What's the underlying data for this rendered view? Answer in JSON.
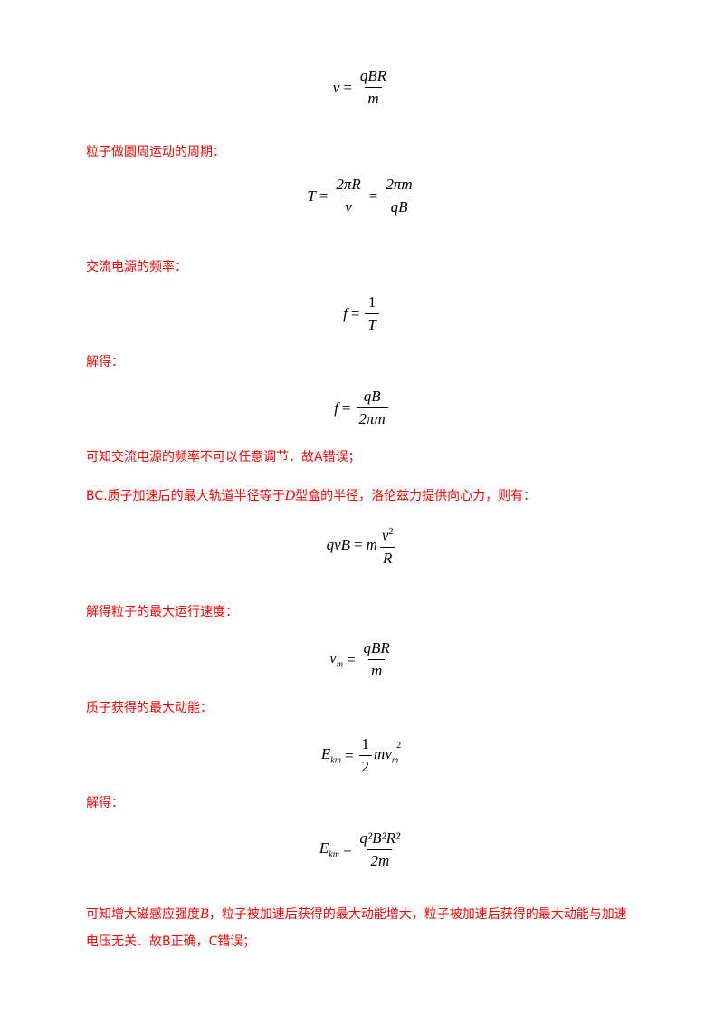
{
  "texts": {
    "t1": "粒子做圆周运动的周期：",
    "t2": "交流电源的频率：",
    "t3": "解得：",
    "t4": "可知交流电源的频率不可以任意调节．故A错误；",
    "t5_a": "BC.质子加速后的最大轨道半径等于",
    "t5_var": "D",
    "t5_b": "型盒的半径，洛伦兹力提供向心力，则有：",
    "t6": "解得粒子的最大运行速度：",
    "t7": "质子获得的最大动能：",
    "t8": "解得：",
    "t9_a": "可知增大磁感应强度",
    "t9_var": "B",
    "t9_b": "，粒子被加速后获得的最大动能增大，粒子被加速后获得的最大动能与加速",
    "t10": "电压无关．故B正确，C错误；"
  },
  "equations": {
    "eq1": {
      "lhs": "v",
      "num": "qBR",
      "den": "m"
    },
    "eq2": {
      "lhs": "T",
      "num1": "2πR",
      "den1": "v",
      "num2": "2πm",
      "den2": "qB"
    },
    "eq3": {
      "lhs": "f",
      "num": "1",
      "den": "T"
    },
    "eq4": {
      "lhs": "f",
      "num": "qB",
      "den": "2πm"
    },
    "eq5": {
      "lhs": "qvB",
      "coef": "m",
      "num": "v",
      "num_sup": "2",
      "den": "R"
    },
    "eq6": {
      "lhs": "v",
      "lhs_sub": "m",
      "num": "qBR",
      "den": "m"
    },
    "eq7": {
      "lhs": "E",
      "lhs_sub": "km",
      "num": "1",
      "den": "2",
      "rhs": "mv",
      "rhs_sub": "m",
      "rhs_sup": "2"
    },
    "eq8": {
      "lhs": "E",
      "lhs_sub": "km",
      "num": "q²B²R²",
      "den": "2m"
    }
  },
  "symbols": {
    "equals": "="
  },
  "colors": {
    "explanation_text": "#ff0000",
    "equation_text": "#000000"
  }
}
